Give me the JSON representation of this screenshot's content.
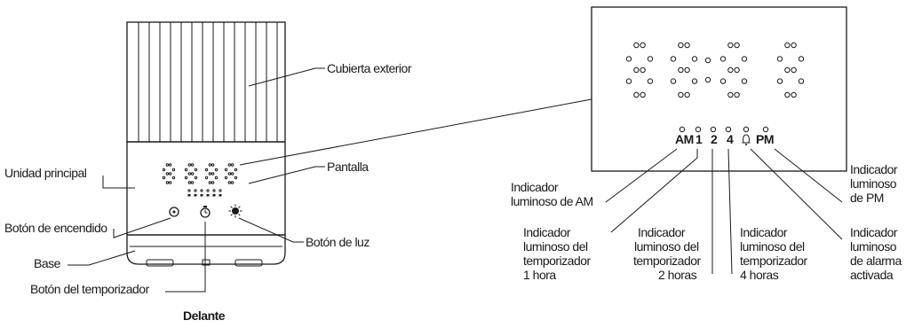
{
  "labels": {
    "cover": "Cubierta exterior",
    "display": "Pantalla",
    "main_unit": "Unidad principal",
    "power_button": "Botón de encendido",
    "light_button": "Botón de luz",
    "base": "Base",
    "timer_button": "Botón del temporizador",
    "front": "Delante"
  },
  "indicators": {
    "am": [
      "Indicador",
      "luminoso de AM"
    ],
    "pm": [
      "Indicador",
      "luminoso",
      "de PM"
    ],
    "timer1": [
      "Indicador",
      "luminoso del",
      "temporizador",
      "1 hora"
    ],
    "timer2": [
      "Indicador",
      "luminoso del",
      "temporizador",
      "2 horas"
    ],
    "timer4": [
      "Indicador",
      "luminoso del",
      "temporizador",
      "4 horas"
    ],
    "alarm": [
      "Indicador",
      "luminoso",
      "de alarma",
      "activada"
    ]
  },
  "panel_symbols": {
    "am": "AM",
    "one": "1",
    "two": "2",
    "four": "4",
    "pm": "PM"
  },
  "colors": {
    "ink": "#1a1a1a",
    "paper": "#ffffff"
  }
}
